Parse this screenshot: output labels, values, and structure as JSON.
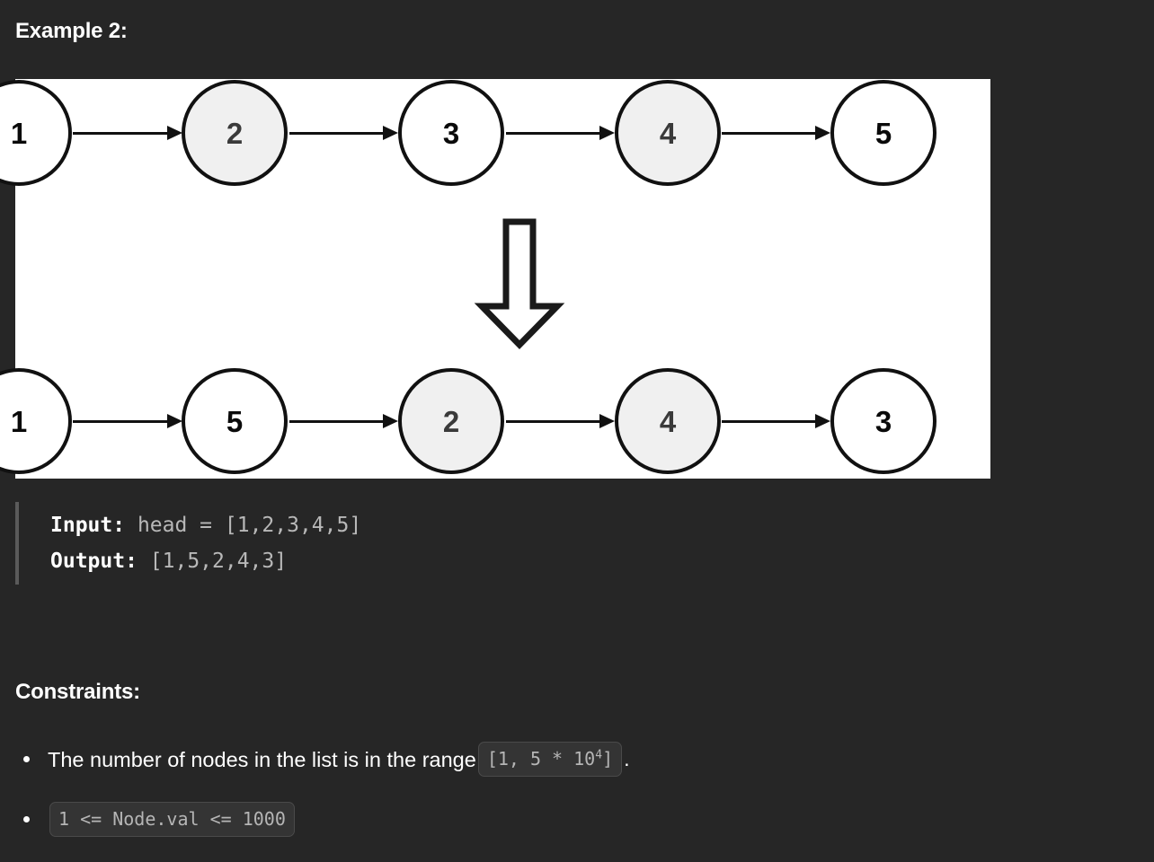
{
  "page": {
    "background_color": "#262626",
    "text_color": "#ffffff"
  },
  "example": {
    "heading": "Example 2:"
  },
  "diagram": {
    "panel_background": "#ffffff",
    "node_fill_white": "#ffffff",
    "node_fill_gray": "#f0f0f0",
    "node_stroke": "#111111",
    "transform_arrow_name": "down-arrow",
    "rows": [
      {
        "name": "input-list",
        "nodes": [
          {
            "value": "1",
            "fill": "white"
          },
          {
            "value": "2",
            "fill": "gray"
          },
          {
            "value": "3",
            "fill": "white"
          },
          {
            "value": "4",
            "fill": "gray"
          },
          {
            "value": "5",
            "fill": "white"
          }
        ]
      },
      {
        "name": "output-list",
        "nodes": [
          {
            "value": "1",
            "fill": "white"
          },
          {
            "value": "5",
            "fill": "white"
          },
          {
            "value": "2",
            "fill": "gray"
          },
          {
            "value": "4",
            "fill": "gray"
          },
          {
            "value": "3",
            "fill": "white"
          }
        ]
      }
    ]
  },
  "code_block": {
    "input_label": "Input:",
    "input_value": " head = [1,2,3,4,5]",
    "output_label": "Output:",
    "output_value": " [1,5,2,4,3]"
  },
  "constraints": {
    "heading": "Constraints:",
    "items": [
      {
        "text_before": "The number of nodes in the list is in the range",
        "chip_prefix": "[1, 5 * 10",
        "chip_sup": "4",
        "chip_suffix": "]",
        "text_after": "."
      },
      {
        "text_before": "",
        "chip_text": "1 <= Node.val <= 1000",
        "text_after": ""
      }
    ]
  }
}
